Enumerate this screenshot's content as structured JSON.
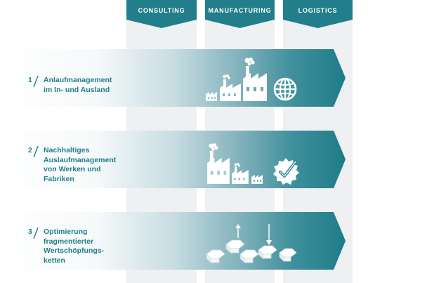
{
  "columns": [
    {
      "label": "CONSULTING"
    },
    {
      "label": "MANUFACTURING"
    },
    {
      "label": "LOGISTICS"
    }
  ],
  "rows": [
    {
      "number": "1",
      "lines": [
        "Anlaufmanagement",
        "im In- und Ausland"
      ],
      "icons": [
        "small-factory-icon",
        "medium-factory-icon",
        "large-factory-icon",
        "globe-icon"
      ]
    },
    {
      "number": "2",
      "lines": [
        "Nachhaltiges",
        "Auslaufmanagement",
        "von Werken und",
        "Fabriken"
      ],
      "icons": [
        "large-factory-icon",
        "medium-factory-icon",
        "small-factory-icon",
        "checkmark-badge-icon"
      ]
    },
    {
      "number": "3",
      "lines": [
        "Optimierung",
        "fragmentierter",
        "Wertschöpfungs-",
        "ketten"
      ],
      "icons": [
        "arrow-up-icon",
        "arrow-down-icon",
        "value-chain-blocks-icon"
      ]
    }
  ],
  "colors": {
    "accent": "#1f7f8c",
    "column_bg": "#eef0f2",
    "header": "#217e8a",
    "icon": "#ffffff"
  }
}
